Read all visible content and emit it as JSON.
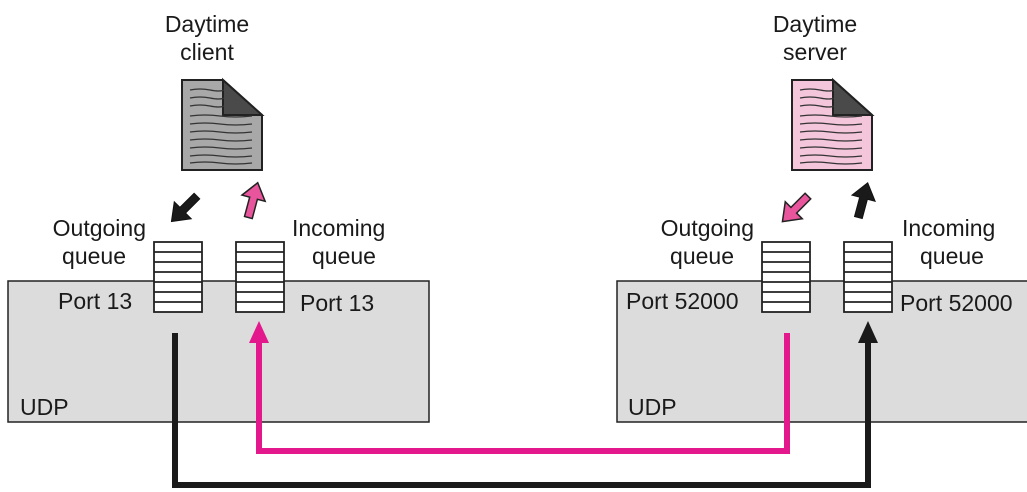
{
  "client": {
    "title_line1": "Daytime",
    "title_line2": "client",
    "outgoing_line1": "Outgoing",
    "outgoing_line2": "queue",
    "incoming_line1": "Incoming",
    "incoming_line2": "queue",
    "outgoing_port": "Port 13",
    "incoming_port": "Port 13",
    "layer": "UDP",
    "document_color": "#a8a8a8"
  },
  "server": {
    "title_line1": "Daytime",
    "title_line2": "server",
    "outgoing_line1": "Outgoing",
    "outgoing_line2": "queue",
    "incoming_line1": "Incoming",
    "incoming_line2": "queue",
    "outgoing_port": "Port 52000",
    "incoming_port": "Port 52000",
    "layer": "UDP",
    "document_color": "#f4c6dc"
  },
  "colors": {
    "request_path": "#1a1a1a",
    "response_path": "#e2188c",
    "udp_box_fill": "#dcdcdc"
  },
  "icons": [
    "document-icon",
    "arrow-icon",
    "queue-icon"
  ]
}
